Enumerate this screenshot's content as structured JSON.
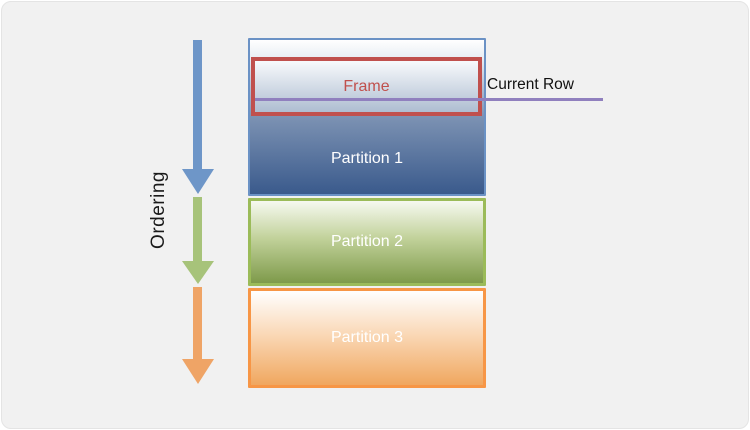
{
  "panel": {
    "background_color": "#F1F1F1"
  },
  "ordering": {
    "label": "Ordering",
    "arrows": [
      {
        "name": "ordering-arrow-top",
        "color": "#6E96C8"
      },
      {
        "name": "ordering-arrow-middle",
        "color": "#A7C37A"
      },
      {
        "name": "ordering-arrow-bottom",
        "color": "#EFA466"
      }
    ]
  },
  "diagram": {
    "frame": {
      "label": "Frame",
      "border_color": "#C0504D",
      "text_color": "#C0504D"
    },
    "current_row": {
      "label": "Current Row",
      "line_color": "#9080BE"
    },
    "partitions": [
      {
        "label": "Partition 1",
        "border_color": "#6B92C5",
        "fill_bottom_color": "#3A5A8C"
      },
      {
        "label": "Partition 2",
        "border_color": "#9BBB59",
        "fill_bottom_color": "#7E9A4A"
      },
      {
        "label": "Partition 3",
        "border_color": "#F79646",
        "fill_bottom_color": "#F0A75F"
      }
    ]
  }
}
